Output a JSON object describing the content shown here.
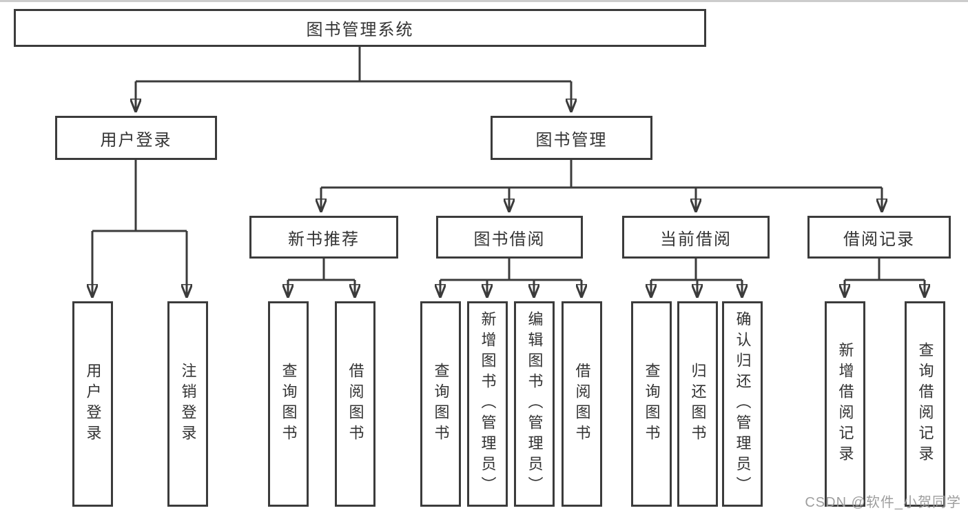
{
  "tree": {
    "root": {
      "label": "图书管理系统",
      "children": [
        {
          "label": "用户登录",
          "children": [
            {
              "label": "用户登录"
            },
            {
              "label": "注销登录"
            }
          ]
        },
        {
          "label": "图书管理",
          "children": [
            {
              "label": "新书推荐",
              "children": [
                {
                  "label": "查询图书"
                },
                {
                  "label": "借阅图书"
                }
              ]
            },
            {
              "label": "图书借阅",
              "children": [
                {
                  "label": "查询图书"
                },
                {
                  "label": "新增图书（管理员）"
                },
                {
                  "label": "编辑图书（管理员）"
                },
                {
                  "label": "借阅图书"
                }
              ]
            },
            {
              "label": "当前借阅",
              "children": [
                {
                  "label": "查询图书"
                },
                {
                  "label": "归还图书"
                },
                {
                  "label": "确认归还（管理员）"
                }
              ]
            },
            {
              "label": "借阅记录",
              "children": [
                {
                  "label": "新增借阅记录"
                },
                {
                  "label": "查询借阅记录"
                }
              ]
            }
          ]
        }
      ]
    }
  },
  "watermark": {
    "text": "CSDN @软件_小贺同学"
  },
  "colors": {
    "line": "#3b3b3b",
    "text": "#333333",
    "box_background": "#ffffff",
    "watermark": "#9e9e9e"
  }
}
